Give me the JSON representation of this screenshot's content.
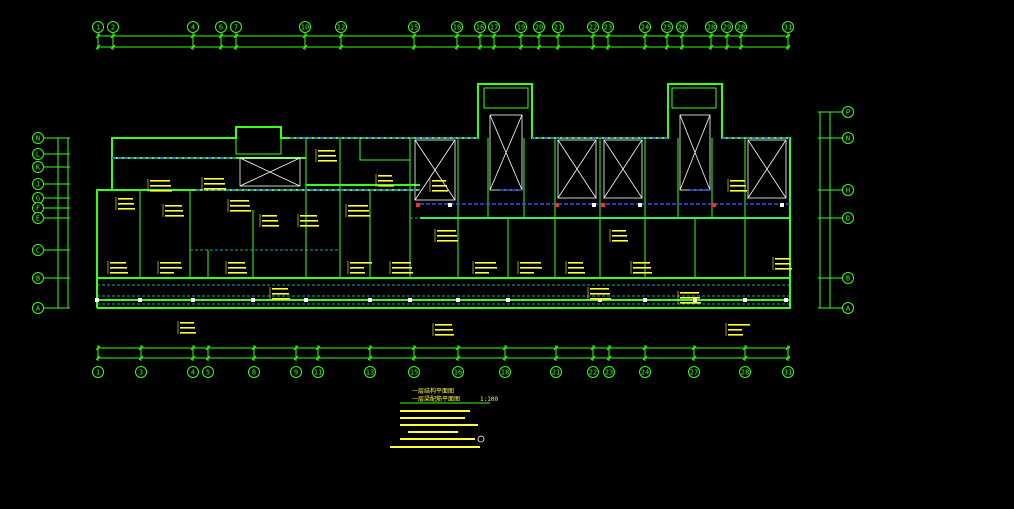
{
  "axes": {
    "top": [
      "1",
      "2",
      "4",
      "6",
      "7",
      "10",
      "12",
      "15",
      "16",
      "16",
      "17",
      "19",
      "20",
      "21",
      "22",
      "23",
      "24",
      "25",
      "26",
      "28",
      "29",
      "28",
      "31"
    ],
    "bottom": [
      "1",
      "3",
      "4",
      "5",
      "8",
      "9",
      "11",
      "13",
      "15",
      "16",
      "18",
      "21",
      "22",
      "23",
      "24",
      "27",
      "28",
      "31"
    ],
    "left": [
      "N",
      "L",
      "K",
      "J",
      "G",
      "F",
      "E",
      "C",
      "B",
      "A"
    ],
    "right": [
      "P",
      "N",
      "H",
      "D",
      "B",
      "A"
    ]
  },
  "notes": {
    "title": "一层结构平面图",
    "subtitle": "一层梁配筋平面图",
    "scale": "1:100"
  },
  "colors": {
    "walls": "#39ff14",
    "beams": "#3050ff",
    "annotations": "#ffff33",
    "dimensions": "#ffffff"
  }
}
